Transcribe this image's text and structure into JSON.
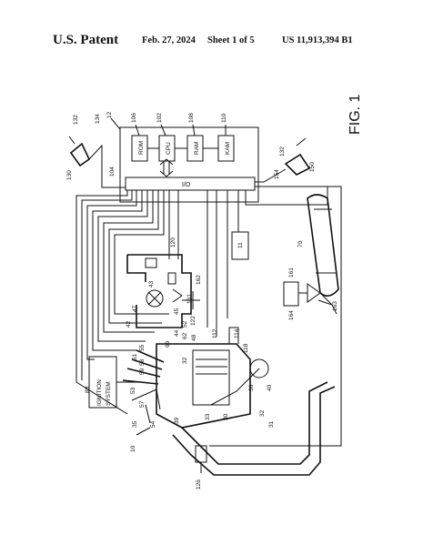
{
  "header": {
    "patent": "U.S. Patent",
    "date": "Feb. 27, 2024",
    "sheet": "Sheet 1 of 5",
    "number": "US 11,913,394 B1"
  },
  "figure": {
    "title": "FIG. 1",
    "blocks": {
      "rom": "ROM",
      "cpu": "CPU",
      "ram": "RAM",
      "kam": "KAM",
      "io": "I/O",
      "ignition_line1": "IGNITION",
      "ignition_line2": "SYSTEM",
      "sensor_11": "11"
    },
    "refs": {
      "r10": "10",
      "r12": "12",
      "r102": "102",
      "r104": "104",
      "r106": "106",
      "r108": "108",
      "r110": "110",
      "r130": "130",
      "r132a": "132",
      "r134": "134",
      "r132b": "132",
      "r150": "150",
      "r154": "154",
      "r120": "120",
      "r162": "162",
      "r161a": "161",
      "r47": "47",
      "r42": "42",
      "r122": "122",
      "r52": "52",
      "r45": "45",
      "r44": "44",
      "r55": "55",
      "r51": "51",
      "r58": "58",
      "r59": "59",
      "r53": "53",
      "r57": "57",
      "r54": "54",
      "r35": "35",
      "r39": "39",
      "r88": "88",
      "r112": "112",
      "r114": "114",
      "r118": "118",
      "r32a": "32",
      "r33": "33",
      "r30": "30",
      "r36": "36",
      "r40": "40",
      "r32b": "32",
      "r31": "31",
      "r126": "126",
      "r70": "70",
      "r161b": "161",
      "r164": "164",
      "r163": "163",
      "r43": "43",
      "r66": "66",
      "r62": "62",
      "r48": "48"
    }
  }
}
